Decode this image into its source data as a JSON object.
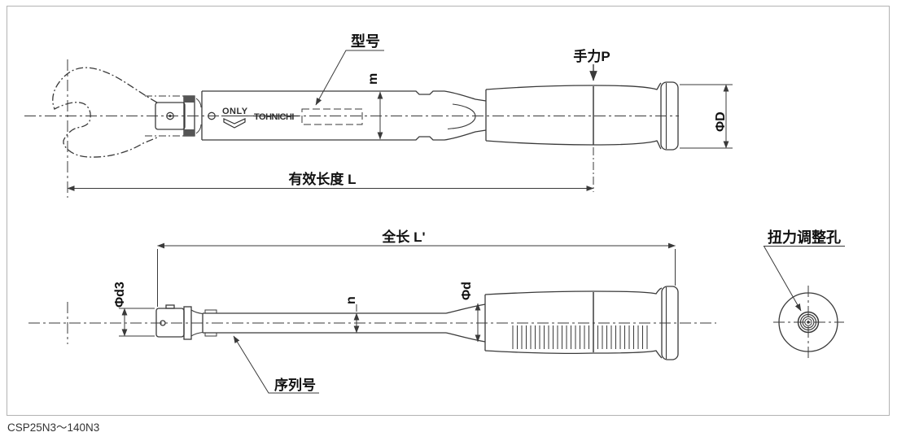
{
  "caption": "CSP25N3～140N3",
  "colors": {
    "line": "#3a3a3a",
    "centerline": "#4a4a4a",
    "label_text": "#111111",
    "frame_border": "#b3b3b3",
    "background": "#ffffff"
  },
  "top_view": {
    "model_callout": "型号",
    "engraving_only": "ONLY",
    "engraving_brand": "TOHNICHI",
    "dim_m": "m",
    "hand_force": "手力P",
    "dim_phi_D": "ΦD",
    "effective_length": "有效长度 L"
  },
  "bottom_view": {
    "total_length": "全长 L'",
    "dim_phi_d3": "Φd3",
    "dim_n": "n",
    "dim_phi_d": "Φd",
    "serial_callout": "序列号"
  },
  "end_view": {
    "torque_hole_callout": "扭力调整孔"
  }
}
